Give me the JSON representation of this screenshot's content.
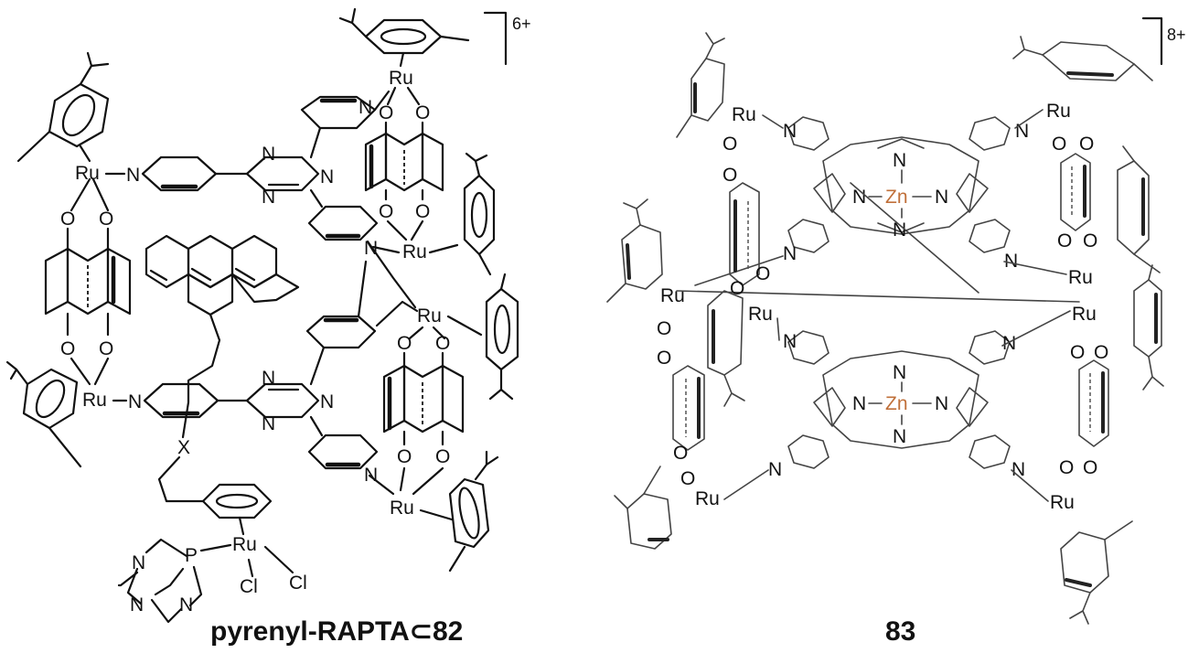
{
  "left_structure": {
    "charge": "6+",
    "caption": "pyrenyl-RAPTA⊂82",
    "atoms": {
      "ru": "Ru",
      "n": "N",
      "o": "O",
      "p": "P",
      "x": "X",
      "cl": "Cl"
    }
  },
  "right_structure": {
    "charge": "8+",
    "caption": "83",
    "atoms": {
      "ru": "Ru",
      "n": "N",
      "o": "O",
      "zn": "Zn"
    }
  },
  "colors": {
    "ink": "#111111",
    "zinc": "#c0703a",
    "background": "#ffffff"
  }
}
